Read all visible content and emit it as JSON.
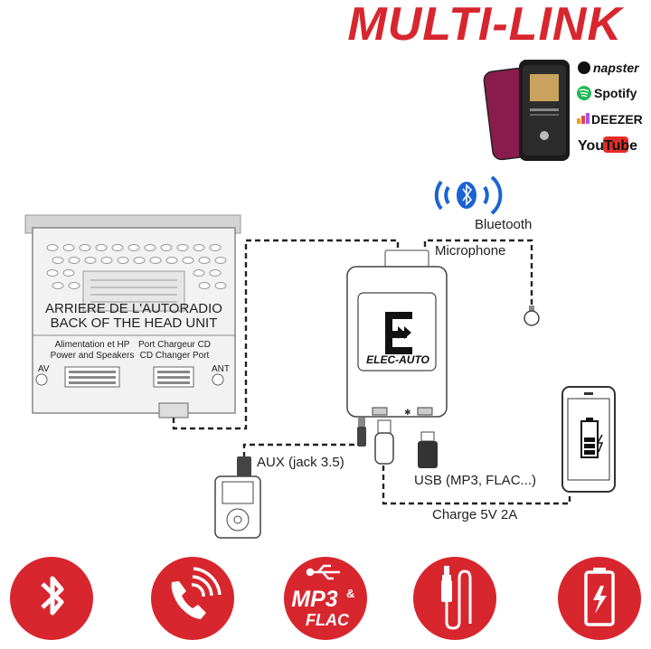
{
  "title": "MULTI-LINK",
  "head_unit": {
    "label_fr": "ARRIERE DE L'AUTORADIO",
    "label_en": "BACK OF THE HEAD UNIT",
    "power_fr": "Alimentation et HP",
    "power_en": "Power and Speakers",
    "changer_fr": "Port Chargeur CD",
    "changer_en": "CD Changer Port",
    "av": "AV",
    "ant": "ANT"
  },
  "module": {
    "brand": "ELEC-AUTO"
  },
  "connections": {
    "bluetooth": "Bluetooth",
    "microphone": "Microphone",
    "aux": "AUX (jack 3.5)",
    "usb": "USB (MP3, FLAC...)",
    "charge": "Charge 5V 2A"
  },
  "services": [
    "napster",
    "Spotify",
    "DEEZER",
    "YouTube"
  ],
  "footer_icons": [
    {
      "name": "bluetooth-icon"
    },
    {
      "name": "phone-call-icon"
    },
    {
      "name": "mp3-flac-icon",
      "line1": "MP3",
      "amp": "&",
      "line2": "FLAC"
    },
    {
      "name": "aux-jack-icon"
    },
    {
      "name": "battery-charge-icon"
    }
  ],
  "colors": {
    "brand_red": "#d8262e",
    "bluetooth_blue": "#1a63d4",
    "spotify_green": "#1db954",
    "youtube_red": "#e52d27"
  }
}
